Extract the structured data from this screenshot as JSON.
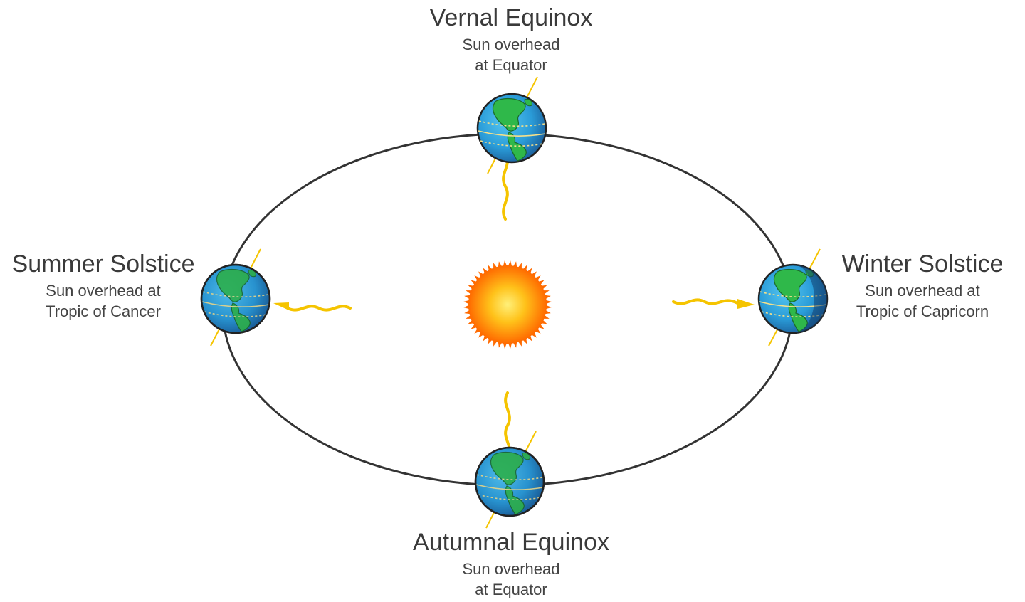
{
  "diagram": {
    "colors": {
      "orbit": "#333333",
      "ocean_light": "#3fb4e8",
      "ocean_dark": "#1f5fa0",
      "land": "#2fb84a",
      "tropic_lines": "#f5e08a",
      "sun_ray": "#f5c400",
      "sun_core": "#ffe066",
      "sun_edge": "#ff6a00"
    },
    "icons": {
      "sun": "sun-icon",
      "earth": "earth-globe-icon",
      "ray": "sunlight-ray-arrow-icon"
    },
    "positions": {
      "vernal": {
        "title": "Vernal Equinox",
        "line1": "Sun overhead",
        "line2": "at Equator"
      },
      "summer": {
        "title": "Summer Solstice",
        "line1": "Sun overhead at",
        "line2": "Tropic of Cancer"
      },
      "winter": {
        "title": "Winter Solstice",
        "line1": "Sun overhead at",
        "line2": "Tropic of Capricorn"
      },
      "autumnal": {
        "title": "Autumnal Equinox",
        "line1": "Sun overhead",
        "line2": "at Equator"
      }
    }
  }
}
